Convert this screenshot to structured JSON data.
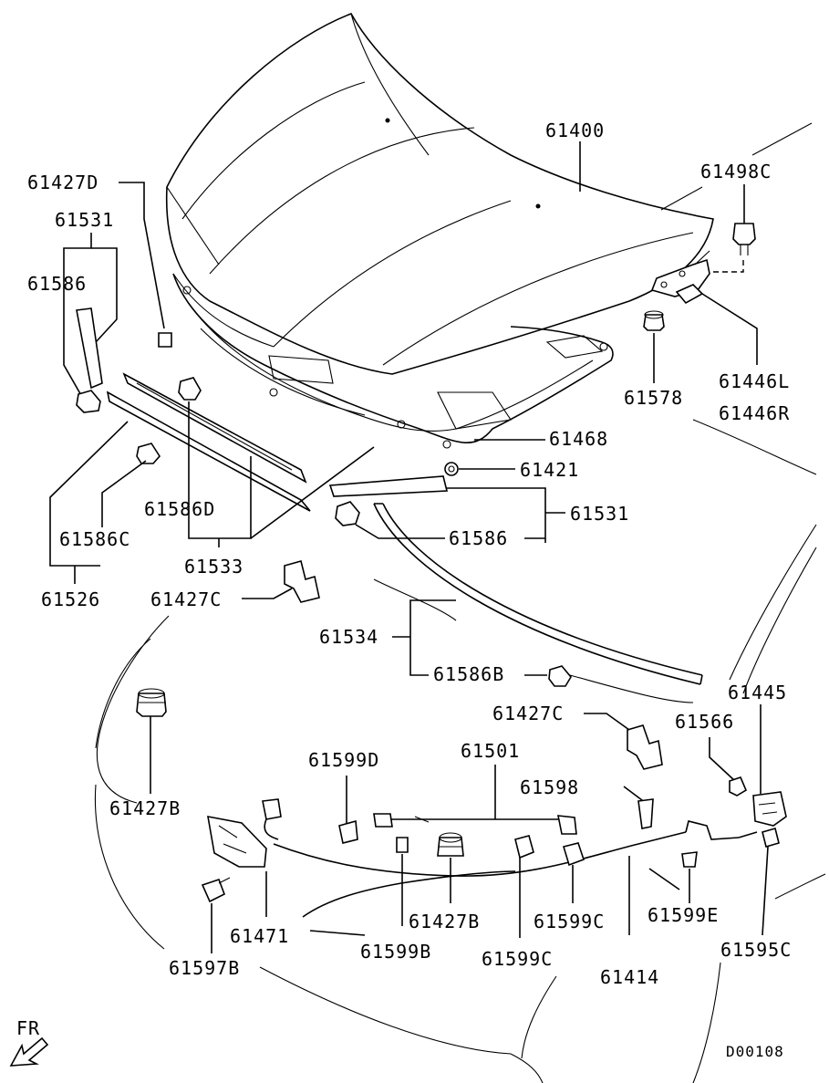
{
  "diagram": {
    "code": "D00108",
    "direction_label": "FR",
    "part_labels": [
      "61400",
      "61498C",
      "61427D",
      "61531",
      "61586",
      "61578",
      "61446L",
      "61446R",
      "61468",
      "61421",
      "61586D",
      "61531",
      "61586",
      "61586C",
      "61533",
      "61526",
      "61427C",
      "61534",
      "61586B",
      "61445",
      "61566",
      "61427C",
      "61599D",
      "61501",
      "61598",
      "61427B",
      "61471",
      "61599B",
      "61427B",
      "61599C",
      "61599E",
      "61597B",
      "61599C",
      "61414",
      "61595C"
    ]
  }
}
